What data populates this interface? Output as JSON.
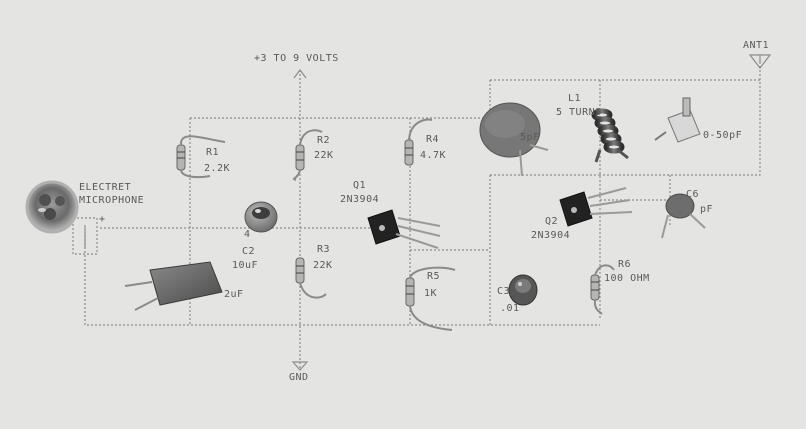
{
  "photo": {
    "background": "#e4e4e2",
    "ink": "#8a8a8a",
    "text_color": "#5a5a5a"
  },
  "schematic_labels": {
    "supply": "+3 TO 9 VOLTS",
    "ground": "GND",
    "antenna": "ANT1",
    "mic_line1": "ELECTRET",
    "mic_line2": "MICROPHONE",
    "mic_plus": "+",
    "r1_name": "R1",
    "r1_value": "2.2K",
    "r2_name": "R2",
    "r2_value": "22K",
    "r3_name": "R3",
    "r3_value": "22K",
    "r4_name": "R4",
    "r4_value": "4.7K",
    "r5_name": "R5",
    "r5_value": "1K",
    "r6_name": "R6",
    "r6_value": "100 OHM",
    "c2_name": "C2",
    "c2_value": "10uF",
    "c1_value": "2uF",
    "c3_name": "C3",
    "c3_value": ".01",
    "c5_value": "5pF",
    "c6_name": "C6",
    "c6_value": "pF",
    "q1_name": "Q1",
    "q1_part": "2N3904",
    "q2_name": "Q2",
    "q2_part": "2N3904",
    "l1_name": "L1",
    "l1_desc": "5 TURNS",
    "trimmer_value": "0-50pF",
    "c4_name": "4"
  }
}
